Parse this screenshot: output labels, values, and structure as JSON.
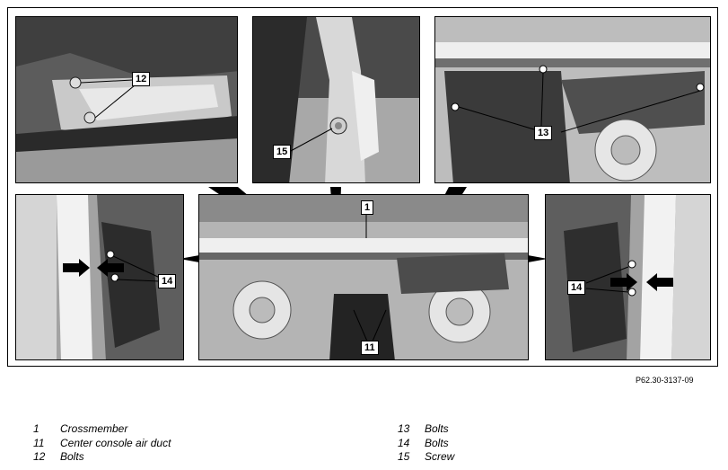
{
  "reference_code": "P62.30-3137-09",
  "callouts": {
    "panel_tl": "12",
    "panel_tm": "15",
    "panel_tr": "13",
    "panel_ml": "14",
    "panel_center_top": "1",
    "panel_center_bottom": "11",
    "panel_mr": "14"
  },
  "legend": [
    {
      "num": "1",
      "label": "Crossmember"
    },
    {
      "num": "11",
      "label": "Center console air duct"
    },
    {
      "num": "12",
      "label": "Bolts"
    },
    {
      "num": "13",
      "label": "Bolts"
    },
    {
      "num": "14",
      "label": "Bolts"
    },
    {
      "num": "15",
      "label": "Screw"
    }
  ]
}
